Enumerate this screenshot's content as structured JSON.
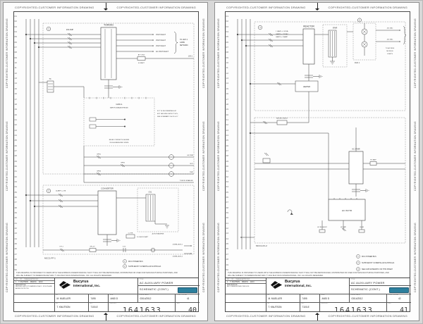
{
  "banner": {
    "text": "COPYRIGHTED-CUSTOMER INFORMATION DRAWING"
  },
  "colors": {
    "stamp": "#2d7f9d",
    "line": "#3c3c3c",
    "page_bg": "#fdfdfd"
  },
  "margin": {
    "row_numbers": [
      "01",
      "02",
      "03",
      "04",
      "05",
      "06",
      "07",
      "08",
      "09",
      "10",
      "11",
      "12",
      "13",
      "14",
      "15",
      "16",
      "17",
      "18",
      "19",
      "20",
      "21",
      "22",
      "23",
      "24",
      "25",
      "26",
      "27",
      "28",
      "29",
      "30",
      "31",
      "32",
      "33",
      "34",
      "35",
      "36",
      "37",
      "38",
      "39",
      "40",
      "41",
      "42",
      "43",
      "44",
      "45",
      "46",
      "47",
      "48",
      "49",
      "50"
    ]
  },
  "legal": {
    "line1": "THIS DRAWING IS PROVIDED TO USERS WITH THE EXPRESS UNDERSTANDING THAT IT WILL NOT BE REPRODUCED, DISTRIBUTED OR USED FOR MANUFACTURING PURPOSES, AND",
    "line2": "WILL BE SUBJECT TO IMMEDIATE RETURN. © 2012 BUCYRUS INTERNATIONAL, INC. ALL RIGHTS RESERVED."
  },
  "titleblock": {
    "company_line1": "Bucyrus",
    "company_line2": "International, Inc.",
    "title_caption": "TITLE",
    "title_line1": "AC AUXILIARY POWER",
    "title_line2": "SCHEMATIC (CONT.)",
    "drawn_by": "M. MUELLER",
    "drawn_no": "7495",
    "size": "ANSI D",
    "issue_date": "03/14/2012",
    "checked_by": "T. KNUTSON",
    "dept_no": "7100-E",
    "dwg_no": "1641633",
    "captions": {
      "by": "BY",
      "no": "NO.",
      "size": "SIZE",
      "date": "ISSUE DATE",
      "cont": "CONT ON SH.",
      "dwg": "DWG NO.",
      "sht": "SHT"
    },
    "rev_headers": {
      "no": "NO.",
      "by": "BY",
      "chg": "CHANGE APPROVED"
    }
  },
  "pages": [
    {
      "sheet": "40",
      "cont_on_sh": "41",
      "revision": {
        "no": "1",
        "by": "T. KNUTSON",
        "date": "08/22/11",
        "chk": "12/13",
        "desc_label": "DESCRIPTION:",
        "desc": "REVISED LAYOUT DRAWING IN ACC. W/ ECN AND ADDED NOTE 750."
      },
      "labels": {
        "toroid": "TOROID",
        "fuse_top": "200 AMP",
        "t3": "T3",
        "vf1": "VOLT FAULT",
        "vf2": "VOLT FAULT",
        "vf3": "VOLT FAULT",
        "vf4": "AC VOLT FAULT",
        "brace1": "TO UNIT 4",
        "brace2": "CABIN",
        "brace3": "NETWORK",
        "res": "ATT 2500",
        "res2": "40 WATT",
        "lin": "LIN-1",
        "gfr": "GFR-1",
        "gfr_sub": "EARTH LEAKAGE RELAY",
        "gfr_note1": "RELAY CONTACTS SHOWN",
        "gfr_note2": "IN DE-ENERGIZED STATE",
        "side1": "IF IT IS INCOMPATIBLE W/",
        "side2": "EXT GROUND DETECT SYS,",
        "side3": "SEE SCHEMATIC SH 15 & 17",
        "c1": "GFR1",
        "c2": "GFR2",
        "c3": "GFR3",
        "rail1": "GF PWR",
        "rail2": "RST",
        "rail3": "TRIP",
        "rail4": "TOROID ENABLED",
        "n1": "1",
        "n2": "1",
        "fuse_b": "12 AMP L-CTB",
        "conv": "CONVERTER",
        "cv1": "CV1",
        "autotr": "AUTOTRANSFMR",
        "cvtr": "C.VTR",
        "cvtr_val": "10 OHM 50 WATT",
        "brow1": "CVT-1",
        "brow2": "GFL-2V",
        "brow3": "CV-3",
        "out1": "415VAC-AUX-1",
        "out2": "415VAC-AUX-2",
        "mcc": "MCC1-FF-1"
      },
      "notes": [
        {
          "n": "1",
          "text": "MCC POWER BUS"
        },
        {
          "n": "2",
          "text": "SUPPLIED BY CATERPILLAR AUSTRALIA"
        }
      ]
    },
    {
      "sheet": "41",
      "cont_on_sh": "42",
      "revision": {
        "no": "1",
        "by": "T. KNUTSON",
        "date": "08/22/11",
        "chk": "12/13",
        "desc_label": "DESCRIPTION:",
        "desc": "AS COMMISSIONED PER ECN."
      },
      "labels": {
        "reactor": "REACTOR",
        "lamp1": "1 LAMP = 1.5KVA",
        "lamp2": "LAMPS = 120VAC",
        "lamp3": "LAMPS = 20AMP",
        "xfmr": "XFMR",
        "duc": "DUC 1",
        "out1": "415 VAC",
        "out2": "415 VAC",
        "brace1": "TO ACCESS",
        "brace2": "MODULE",
        "brace3": "LIGHTS",
        "shunt": "METER SHUNT",
        "heater": "HEATER",
        "hcxfmr": "HC XFMR",
        "hcamp": "HC AMP",
        "hcinv": "HC INVTR",
        "b1": "HC IM SHUNT",
        "b2": "HC AMP",
        "b3": "CHGR",
        "n1": "1",
        "n2": "2",
        "n3": "3",
        "mcc": "MCC1-FF-2"
      },
      "notes": [
        {
          "n": "1",
          "text": "MCC POWER BUS"
        },
        {
          "n": "2",
          "text": "SUPPLIED BY CATERPILLAR AUSTRALIA"
        },
        {
          "n": "3",
          "text": "SEE CAB SCHEMATIC ON THIS SHEET"
        }
      ]
    }
  ]
}
